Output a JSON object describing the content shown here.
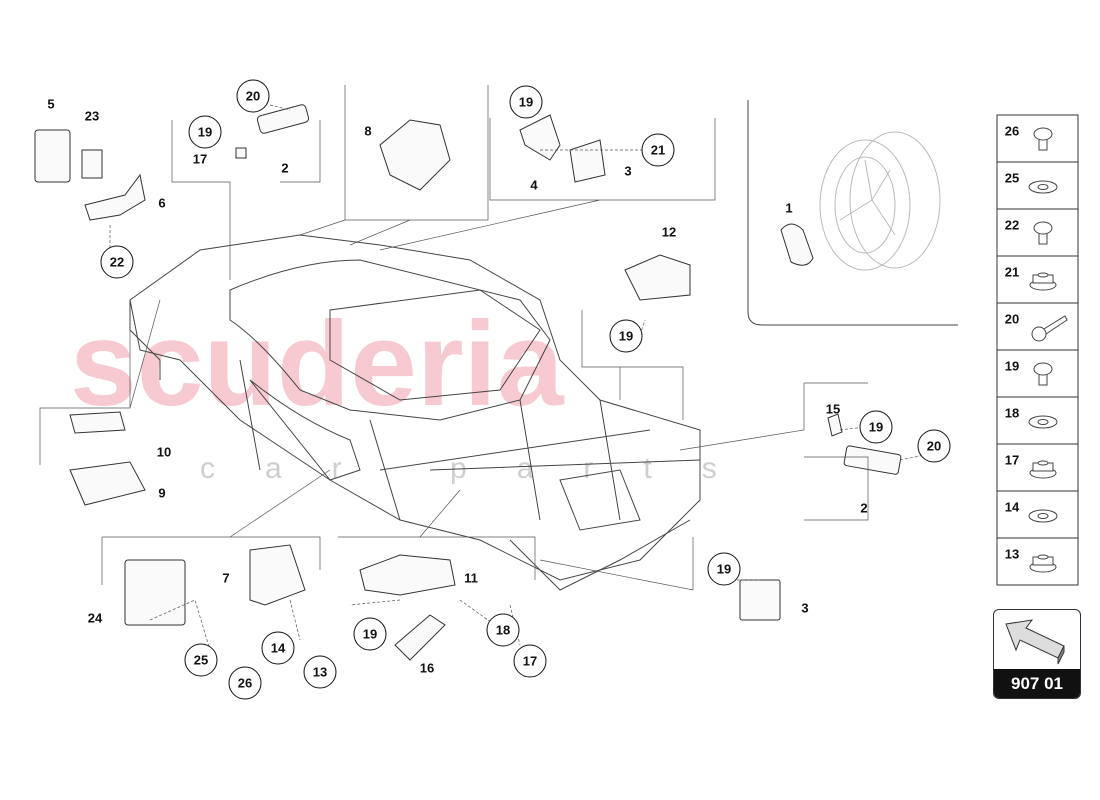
{
  "diagram": {
    "watermark": {
      "main": "scuderia",
      "sub": "car parts"
    },
    "callouts": [
      {
        "label": "5",
        "circled": false
      },
      {
        "label": "23",
        "circled": false
      },
      {
        "label": "6",
        "circled": false
      },
      {
        "label": "22",
        "circled": true
      },
      {
        "label": "20",
        "circled": true
      },
      {
        "label": "19",
        "circled": true
      },
      {
        "label": "17",
        "circled": false
      },
      {
        "label": "2",
        "circled": false
      },
      {
        "label": "8",
        "circled": false
      },
      {
        "label": "19",
        "circled": true
      },
      {
        "label": "21",
        "circled": true
      },
      {
        "label": "4",
        "circled": false
      },
      {
        "label": "3",
        "circled": false
      },
      {
        "label": "12",
        "circled": false
      },
      {
        "label": "19",
        "circled": true
      },
      {
        "label": "1",
        "circled": false
      },
      {
        "label": "10",
        "circled": false
      },
      {
        "label": "9",
        "circled": false
      },
      {
        "label": "15",
        "circled": false
      },
      {
        "label": "19",
        "circled": true
      },
      {
        "label": "20",
        "circled": true
      },
      {
        "label": "2",
        "circled": false
      },
      {
        "label": "7",
        "circled": false
      },
      {
        "label": "11",
        "circled": false
      },
      {
        "label": "24",
        "circled": false
      },
      {
        "label": "19",
        "circled": true
      },
      {
        "label": "3",
        "circled": false
      },
      {
        "label": "19",
        "circled": true
      },
      {
        "label": "18",
        "circled": true
      },
      {
        "label": "14",
        "circled": true
      },
      {
        "label": "16",
        "circled": false
      },
      {
        "label": "17",
        "circled": true
      },
      {
        "label": "13",
        "circled": true
      },
      {
        "label": "25",
        "circled": true
      },
      {
        "label": "26",
        "circled": true
      }
    ],
    "hardware_legend": [
      {
        "label": "26",
        "icon": "button-head-screw-icon"
      },
      {
        "label": "25",
        "icon": "washer-icon"
      },
      {
        "label": "22",
        "icon": "self-tapping-screw-icon"
      },
      {
        "label": "21",
        "icon": "flange-nut-icon"
      },
      {
        "label": "20",
        "icon": "long-bolt-icon"
      },
      {
        "label": "19",
        "icon": "hex-bolt-icon"
      },
      {
        "label": "18",
        "icon": "flat-washer-icon"
      },
      {
        "label": "17",
        "icon": "hex-nut-icon"
      },
      {
        "label": "14",
        "icon": "thin-washer-icon"
      },
      {
        "label": "13",
        "icon": "flange-nut-icon"
      }
    ],
    "catalog_ref": {
      "code": "907 01",
      "icon": "arrow-up-left-icon"
    }
  }
}
